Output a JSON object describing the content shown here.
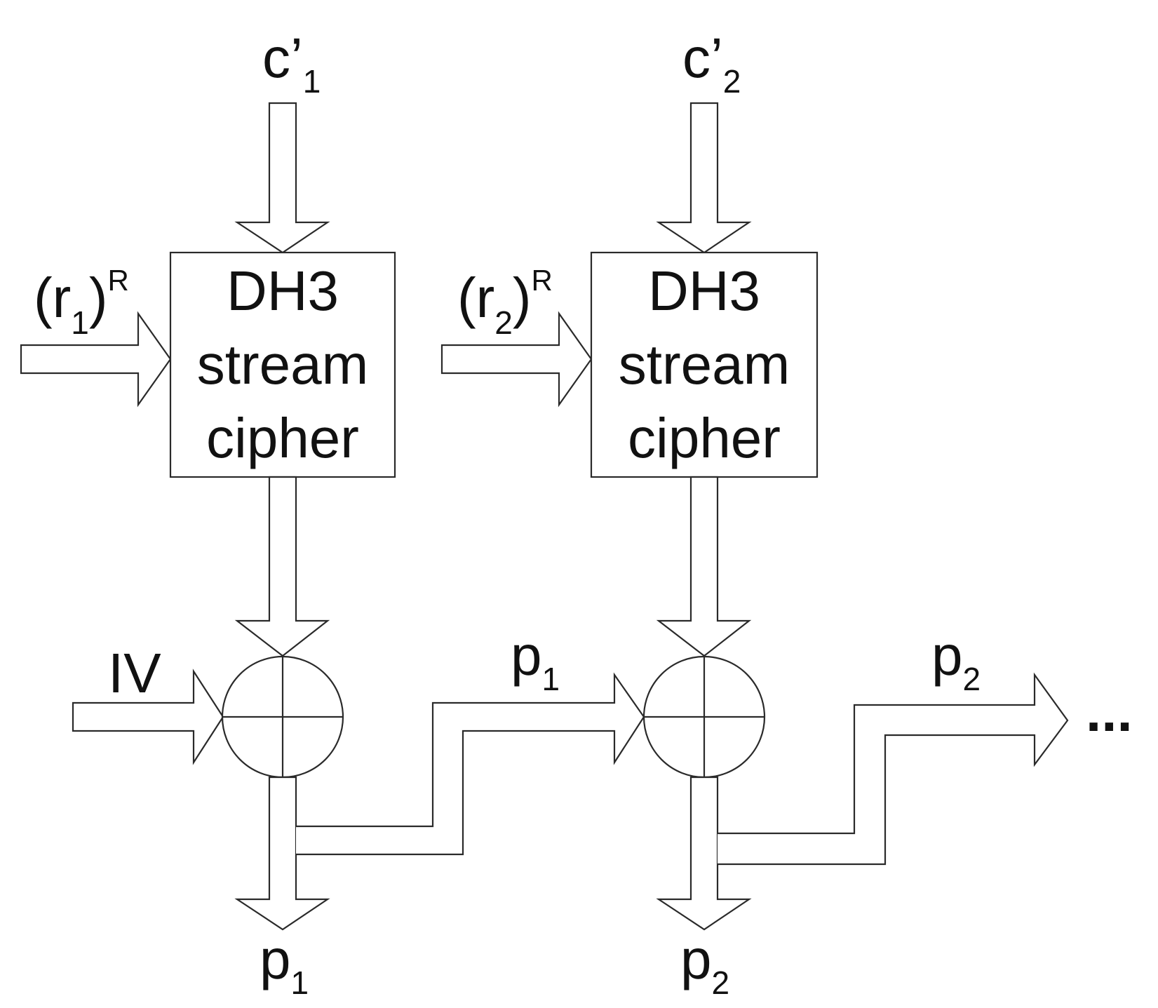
{
  "block1": {
    "lines": [
      "DH3",
      "stream",
      "cipher"
    ],
    "input_top": {
      "base": "c’",
      "sub": "1"
    },
    "input_left": {
      "open": "(r",
      "sub": "1",
      "close": ")",
      "sup": "R"
    },
    "xor_in": "IV",
    "output": {
      "base": "p",
      "sub": "1"
    }
  },
  "block2": {
    "lines": [
      "DH3",
      "stream",
      "cipher"
    ],
    "input_top": {
      "base": "c’",
      "sub": "2"
    },
    "input_left": {
      "open": "(r",
      "sub": "2",
      "close": ")",
      "sup": "R"
    },
    "chain_in": {
      "base": "p",
      "sub": "1"
    },
    "output": {
      "base": "p",
      "sub": "2"
    }
  },
  "chain_out": {
    "base": "p",
    "sub": "2"
  },
  "continuation": "..."
}
